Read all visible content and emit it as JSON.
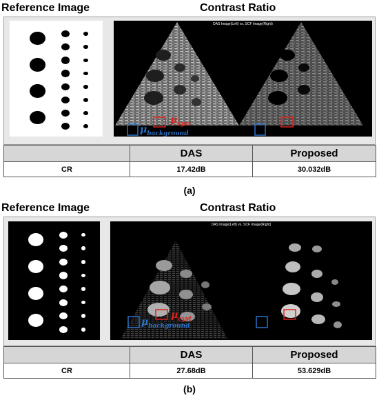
{
  "panels": [
    {
      "ref_title": "Reference Image",
      "cr_title": "Contrast Ratio",
      "ultrasound_caption": "DAS Image(Left) vs. SCF Image(Right)",
      "roi_labels": {
        "mu": "μ",
        "cyst_sub": "cyst",
        "background_sub": "background"
      },
      "table": {
        "headers": [
          "",
          "DAS",
          "Proposed"
        ],
        "row": [
          "CR",
          "17.42dB",
          "30.032dB"
        ]
      },
      "caption": "(a)",
      "reference_style": "black-dots-on-white",
      "colors": {
        "cyst_roi": "#e0201c",
        "background_roi": "#2a72c8"
      }
    },
    {
      "ref_title": "Reference Image",
      "cr_title": "Contrast Ratio",
      "ultrasound_caption": "DAS Image(Left) vs. SCF Image(Right)",
      "roi_labels": {
        "mu": "μ",
        "cyst_sub": "cyst",
        "background_sub": "background"
      },
      "table": {
        "headers": [
          "",
          "DAS",
          "Proposed"
        ],
        "row": [
          "CR",
          "27.68dB",
          "53.629dB"
        ]
      },
      "caption": "(b)",
      "reference_style": "white-dots-on-black",
      "colors": {
        "cyst_roi": "#e0201c",
        "background_roi": "#2a72c8"
      }
    }
  ]
}
